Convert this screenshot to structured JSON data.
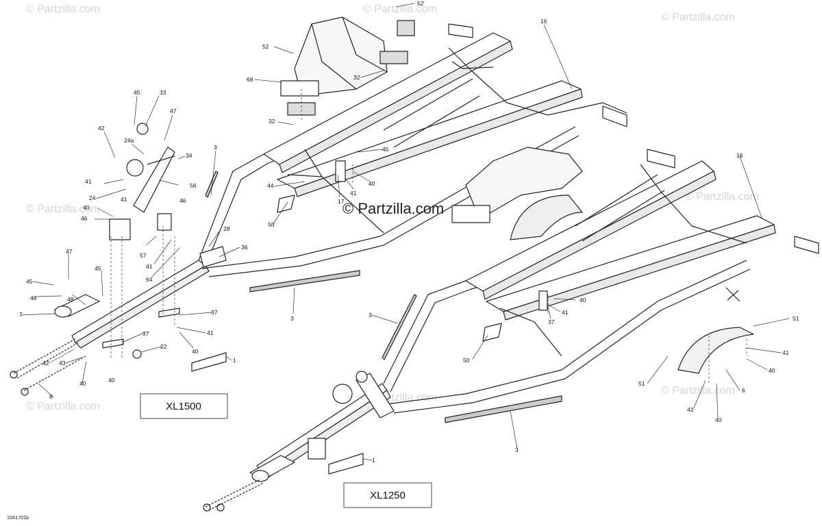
{
  "watermarks": {
    "small": "© Partzilla.com",
    "center": "© Partzilla.com"
  },
  "models": {
    "top": "XL1500",
    "bottom": "XL1250"
  },
  "reference_code": "15A1701b",
  "callouts": {
    "c52a": "52",
    "c52b": "52",
    "c68": "68",
    "c32a": "32",
    "c32b": "32",
    "c16a": "16",
    "c45a": "45",
    "c33": "33",
    "c47a": "47",
    "c42a": "42",
    "c24a": "24a",
    "c34": "34",
    "c3a": "3",
    "c41a": "41",
    "c56": "56",
    "c24": "24",
    "c41b": "41",
    "c40a": "40",
    "c46a": "46",
    "c46b": "46",
    "c28": "28",
    "c57": "57",
    "c41c": "41",
    "c64": "64",
    "c36": "36",
    "c45b": "45",
    "c44": "44",
    "c41d": "41",
    "c40b": "40",
    "c17": "17",
    "c50a": "50",
    "c47b": "47",
    "c45c": "45",
    "c45d": "45",
    "c48a": "48",
    "c7": "7",
    "c48b": "48",
    "c3b": "3",
    "c37a": "37",
    "c41e": "41",
    "c37b": "37",
    "c40c": "40",
    "c22": "22",
    "c42b": "42",
    "c43": "43",
    "c40d": "40",
    "c8": "8",
    "c40e": "40",
    "c1a": "1",
    "c16b": "16",
    "c40f": "40",
    "c41f": "41",
    "c37c": "37",
    "c3c": "3",
    "c51a": "51",
    "c50b": "50",
    "c41g": "41",
    "c40g": "40",
    "c51b": "51",
    "c6": "6",
    "c41h": "41",
    "c40h": "40",
    "c3d": "3",
    "c1b": "1"
  }
}
